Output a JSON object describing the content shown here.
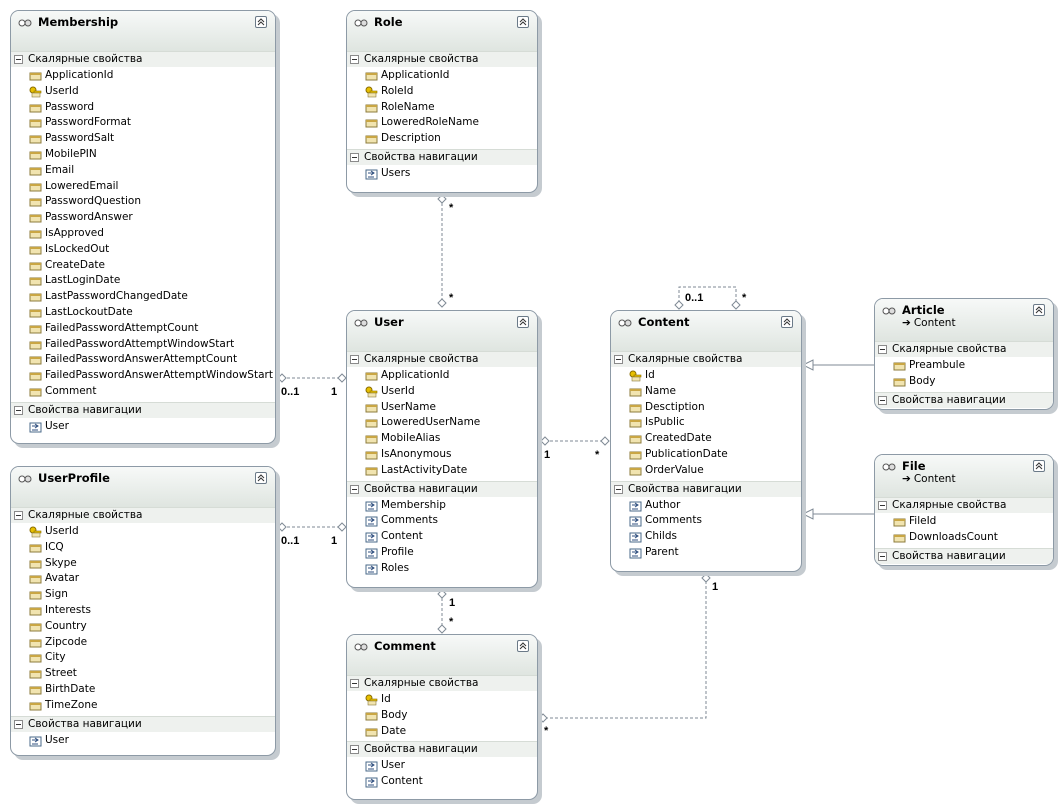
{
  "diagram": {
    "entities": [
      {
        "name": "Membership",
        "base": "",
        "scalar_header": "Скалярные свойства",
        "nav_header": "Свойства навигации",
        "props": [
          {
            "name": "ApplicationId",
            "key": false
          },
          {
            "name": "UserId",
            "key": true
          },
          {
            "name": "Password",
            "key": false
          },
          {
            "name": "PasswordFormat",
            "key": false
          },
          {
            "name": "PasswordSalt",
            "key": false
          },
          {
            "name": "MobilePIN",
            "key": false
          },
          {
            "name": "Email",
            "key": false
          },
          {
            "name": "LoweredEmail",
            "key": false
          },
          {
            "name": "PasswordQuestion",
            "key": false
          },
          {
            "name": "PasswordAnswer",
            "key": false
          },
          {
            "name": "IsApproved",
            "key": false
          },
          {
            "name": "IsLockedOut",
            "key": false
          },
          {
            "name": "CreateDate",
            "key": false
          },
          {
            "name": "LastLoginDate",
            "key": false
          },
          {
            "name": "LastPasswordChangedDate",
            "key": false
          },
          {
            "name": "LastLockoutDate",
            "key": false
          },
          {
            "name": "FailedPasswordAttemptCount",
            "key": false
          },
          {
            "name": "FailedPasswordAttemptWindowStart",
            "key": false
          },
          {
            "name": "FailedPasswordAnswerAttemptCount",
            "key": false
          },
          {
            "name": "FailedPasswordAnswerAttemptWindowStart",
            "key": false
          },
          {
            "name": "Comment",
            "key": false
          }
        ],
        "nav": [
          "User"
        ]
      },
      {
        "name": "Role",
        "base": "",
        "scalar_header": "Скалярные свойства",
        "nav_header": "Свойства навигации",
        "props": [
          {
            "name": "ApplicationId",
            "key": false
          },
          {
            "name": "RoleId",
            "key": true
          },
          {
            "name": "RoleName",
            "key": false
          },
          {
            "name": "LoweredRoleName",
            "key": false
          },
          {
            "name": "Description",
            "key": false
          }
        ],
        "nav": [
          "Users"
        ]
      },
      {
        "name": "User",
        "base": "",
        "scalar_header": "Скалярные свойства",
        "nav_header": "Свойства навигации",
        "props": [
          {
            "name": "ApplicationId",
            "key": false
          },
          {
            "name": "UserId",
            "key": true
          },
          {
            "name": "UserName",
            "key": false
          },
          {
            "name": "LoweredUserName",
            "key": false
          },
          {
            "name": "MobileAlias",
            "key": false
          },
          {
            "name": "IsAnonymous",
            "key": false
          },
          {
            "name": "LastActivityDate",
            "key": false
          }
        ],
        "nav": [
          "Membership",
          "Comments",
          "Content",
          "Profile",
          "Roles"
        ]
      },
      {
        "name": "Content",
        "base": "",
        "scalar_header": "Скалярные свойства",
        "nav_header": "Свойства навигации",
        "props": [
          {
            "name": "Id",
            "key": true
          },
          {
            "name": "Name",
            "key": false
          },
          {
            "name": "Desctiption",
            "key": false
          },
          {
            "name": "IsPublic",
            "key": false
          },
          {
            "name": "CreatedDate",
            "key": false
          },
          {
            "name": "PublicationDate",
            "key": false
          },
          {
            "name": "OrderValue",
            "key": false
          }
        ],
        "nav": [
          "Author",
          "Comments",
          "Childs",
          "Parent"
        ]
      },
      {
        "name": "Article",
        "base": "Content",
        "scalar_header": "Скалярные свойства",
        "nav_header": "Свойства навигации",
        "props": [
          {
            "name": "Preambule",
            "key": false
          },
          {
            "name": "Body",
            "key": false
          }
        ],
        "nav": []
      },
      {
        "name": "File",
        "base": "Content",
        "scalar_header": "Скалярные свойства",
        "nav_header": "Свойства навигации",
        "props": [
          {
            "name": "FileId",
            "key": false
          },
          {
            "name": "DownloadsCount",
            "key": false
          }
        ],
        "nav": []
      },
      {
        "name": "UserProfile",
        "base": "",
        "scalar_header": "Скалярные свойства",
        "nav_header": "Свойства навигации",
        "props": [
          {
            "name": "UserId",
            "key": true
          },
          {
            "name": "ICQ",
            "key": false
          },
          {
            "name": "Skype",
            "key": false
          },
          {
            "name": "Avatar",
            "key": false
          },
          {
            "name": "Sign",
            "key": false
          },
          {
            "name": "Interests",
            "key": false
          },
          {
            "name": "Country",
            "key": false
          },
          {
            "name": "Zipcode",
            "key": false
          },
          {
            "name": "City",
            "key": false
          },
          {
            "name": "Street",
            "key": false
          },
          {
            "name": "BirthDate",
            "key": false
          },
          {
            "name": "TimeZone",
            "key": false
          }
        ],
        "nav": [
          "User"
        ]
      },
      {
        "name": "Comment",
        "base": "",
        "scalar_header": "Скалярные свойства",
        "nav_header": "Свойства навигации",
        "props": [
          {
            "name": "Id",
            "key": true
          },
          {
            "name": "Body",
            "key": false
          },
          {
            "name": "Date",
            "key": false
          }
        ],
        "nav": [
          "User",
          "Content"
        ]
      }
    ],
    "associations": [
      {
        "from": "Membership",
        "to": "User",
        "from_mult": "0..1",
        "to_mult": "1"
      },
      {
        "from": "UserProfile",
        "to": "User",
        "from_mult": "0..1",
        "to_mult": "1"
      },
      {
        "from": "Role",
        "to": "User",
        "from_mult": "*",
        "to_mult": "*"
      },
      {
        "from": "User",
        "to": "Content",
        "from_mult": "1",
        "to_mult": "*"
      },
      {
        "from": "User",
        "to": "Comment",
        "from_mult": "1",
        "to_mult": "*"
      },
      {
        "from": "Content",
        "to": "Comment",
        "from_mult": "1",
        "to_mult": "*"
      },
      {
        "from": "Content",
        "to": "Content",
        "from_mult": "0..1",
        "to_mult": "*"
      }
    ],
    "inheritance": [
      {
        "child": "Article",
        "parent": "Content"
      },
      {
        "child": "File",
        "parent": "Content"
      }
    ],
    "colors": {
      "line": "#7f8a95",
      "border": "#8d9aa6",
      "header": "#dfe5e0",
      "key": "#d6a400"
    }
  }
}
